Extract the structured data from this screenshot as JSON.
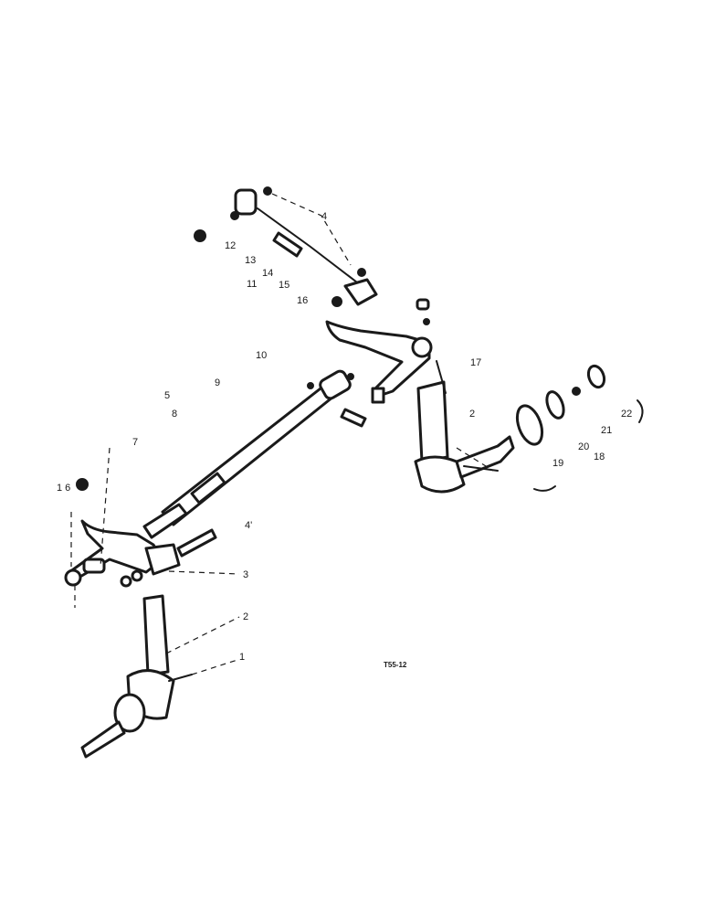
{
  "diagram": {
    "figure_code": "T55-12",
    "callouts": {
      "n1": "1",
      "n2a": "2",
      "n2b": "2",
      "n3": "3",
      "n4a": "4",
      "n4b": "4'",
      "n5": "5",
      "n6": "1 6",
      "n7": "7",
      "n8": "8",
      "n9": "9",
      "n10": "10",
      "n11": "11",
      "n12": "12",
      "n13": "13",
      "n14": "14",
      "n15": "15",
      "n16": "16",
      "n17": "17",
      "n18": "18",
      "n19": "19",
      "n20": "20",
      "n21": "21",
      "n22": "22"
    }
  }
}
